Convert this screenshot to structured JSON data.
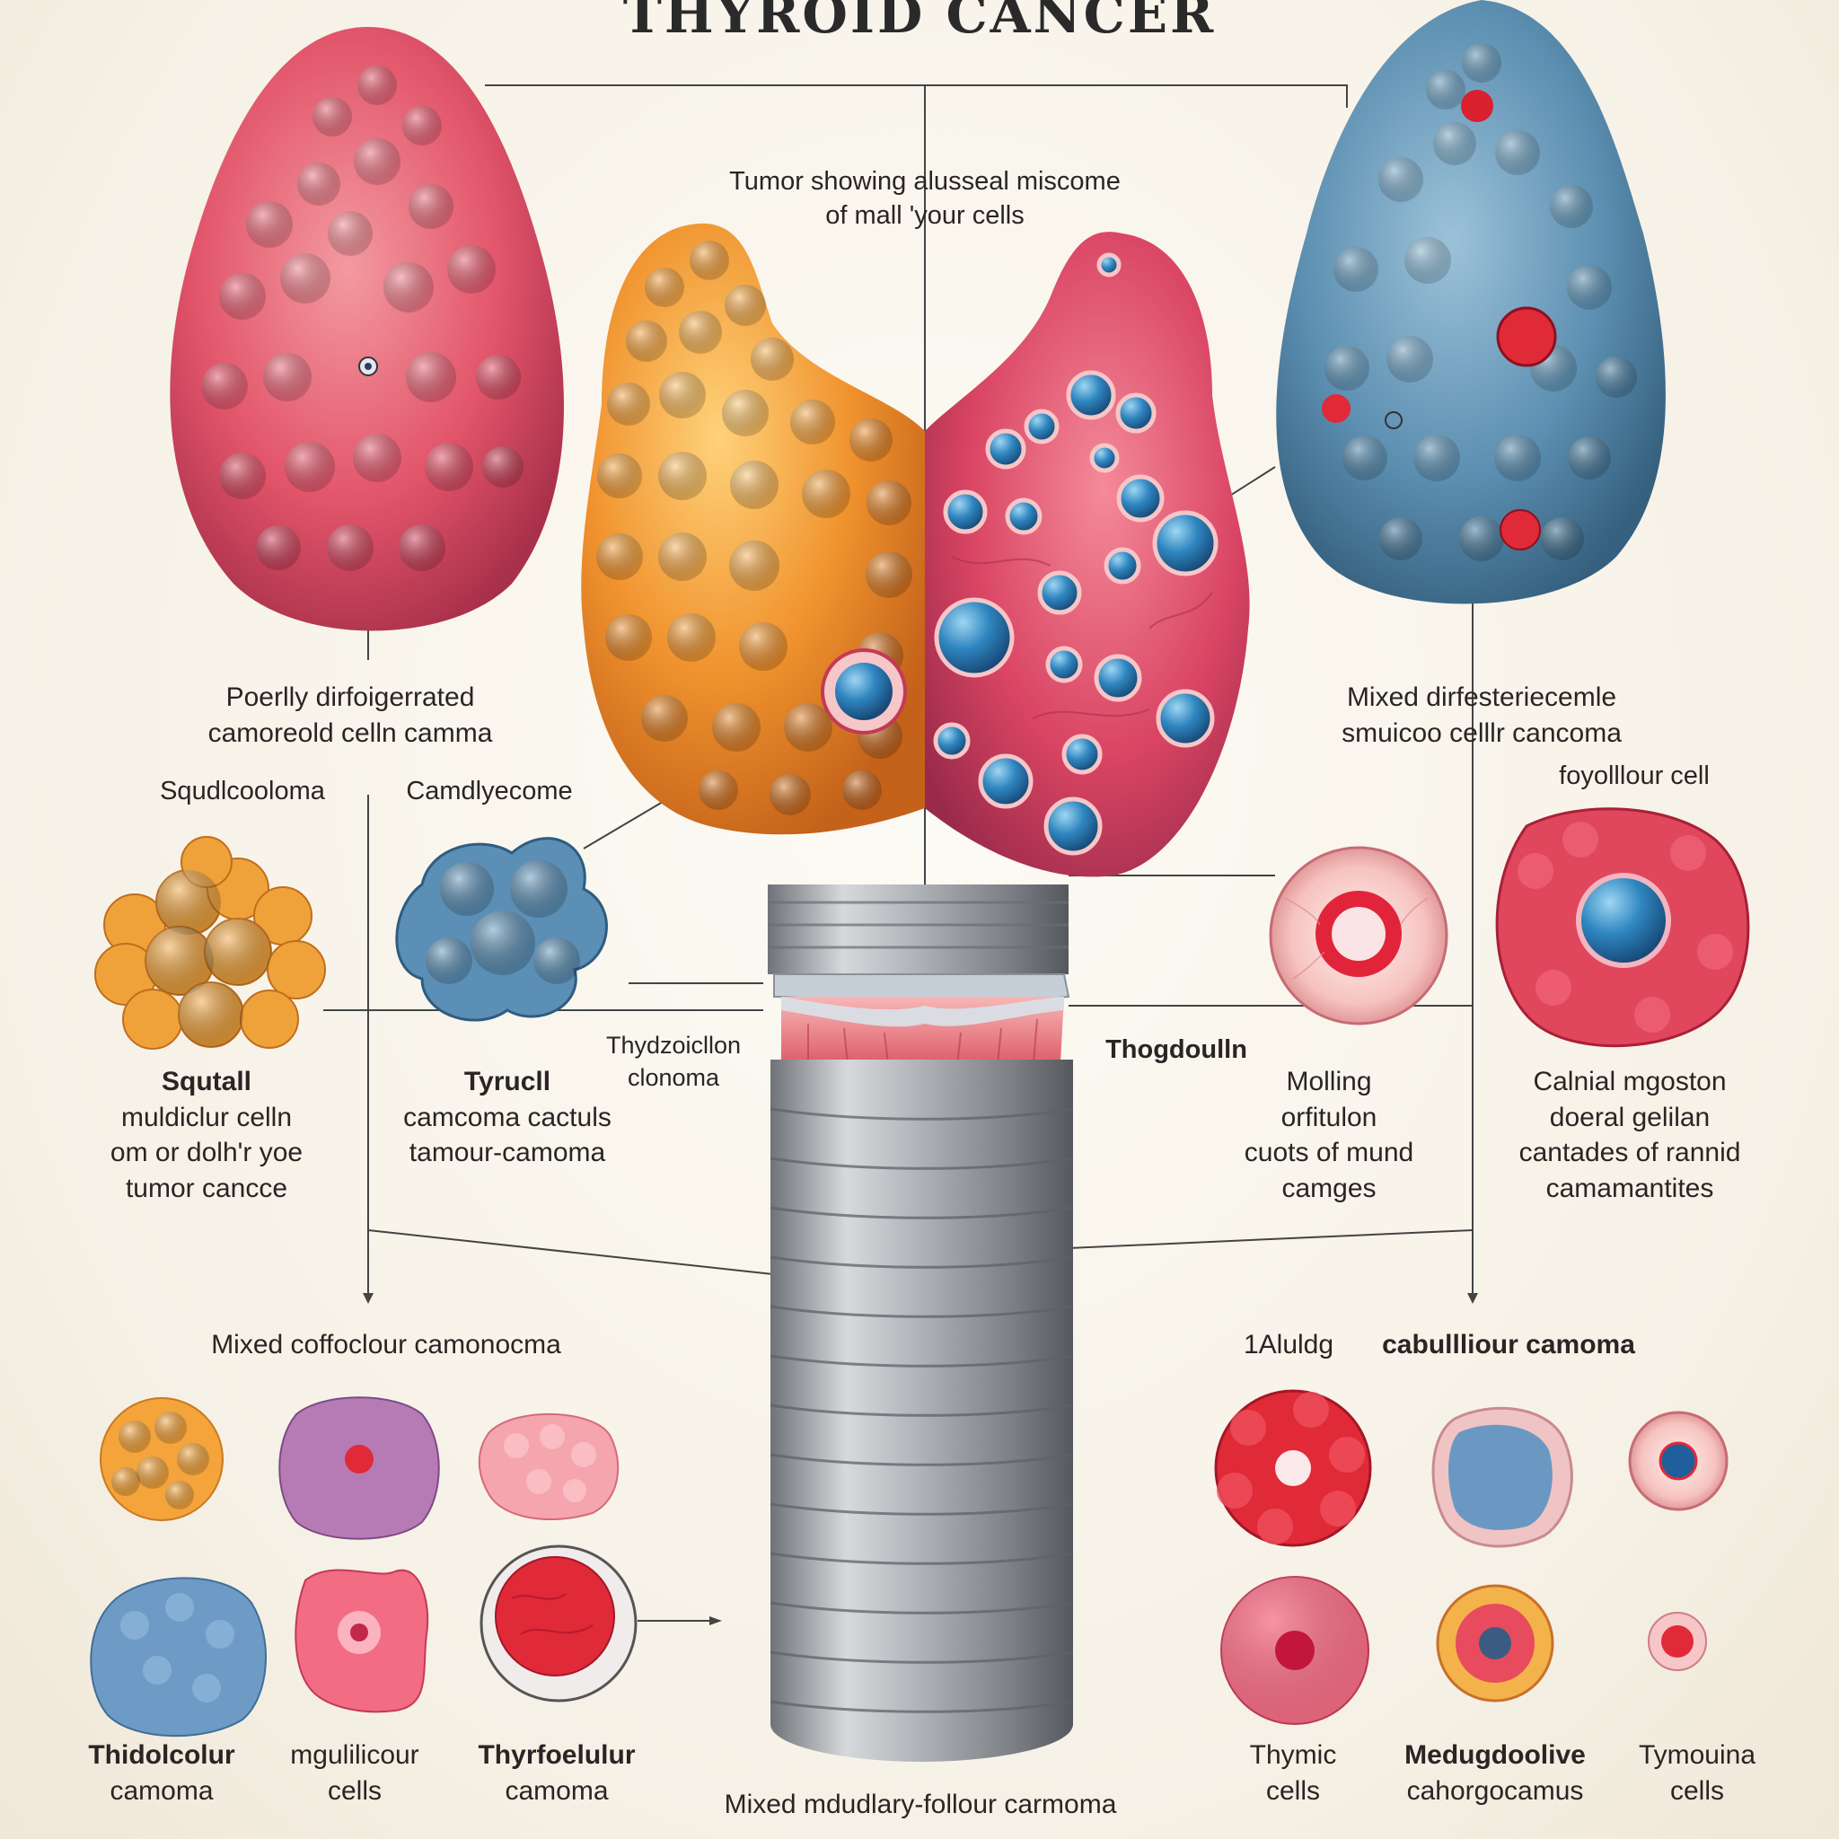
{
  "title": "THYROID CANCER",
  "top_caption": [
    "Tumor showing alusseal miscome",
    "of mall 'your cells"
  ],
  "left_lobe_label": [
    "Poerlly dirfoigerrated",
    "camoreold celln camma"
  ],
  "right_lobe_label": [
    "Mixed dirfesteriecemle",
    "smuicoo celllr cancoma"
  ],
  "small_labels": {
    "squdlcooloma": "Squdlcooloma",
    "camdlyecome": "Camdlyecome",
    "foyollour_cell": "foyolllour cell",
    "thydzoicllon": [
      "Thydzoicllon",
      "clonoma"
    ],
    "thogdoulln": "Thogdoulln"
  },
  "mid_left_labels": {
    "squtall": [
      "Squtall",
      "muldiclur celln",
      "om or dolh'r yoe",
      "tumor cancce"
    ],
    "tyrucll": [
      "Tyrucll",
      "camcoma cactuls",
      "tamour-camoma"
    ]
  },
  "mid_right_labels": {
    "molling": [
      "Molling",
      "orfitulon",
      "cuots of mund",
      "camges"
    ],
    "calnial": [
      "Calnial mgoston",
      "doeral gelilan",
      "cantades of rannid",
      "camamantites"
    ]
  },
  "section_headers": {
    "left": "Mixed coffoclour camonocma",
    "right_prefix": "1Aluldg",
    "right": "cabullliour camoma"
  },
  "bottom_left_labels": [
    [
      "Thidolcolur",
      "camoma"
    ],
    [
      "mgulilicour",
      "cells"
    ],
    [
      "Thyrfoelulur",
      "camoma"
    ]
  ],
  "bottom_right_labels": [
    [
      "Thymic",
      "cells"
    ],
    [
      "Medugdoolive",
      "cahorgocamus"
    ],
    [
      "Tymouina",
      "cells"
    ]
  ],
  "bottom_caption": "Mixed mdudlary-follour carmoma",
  "colors": {
    "orange": "#f0932e",
    "pink_red": "#e2546a",
    "blue": "#5c8fb1",
    "steel": "#a8acb0",
    "red": "#e02a38",
    "purple": "#b67bb5",
    "background": "#f7f2e8"
  }
}
